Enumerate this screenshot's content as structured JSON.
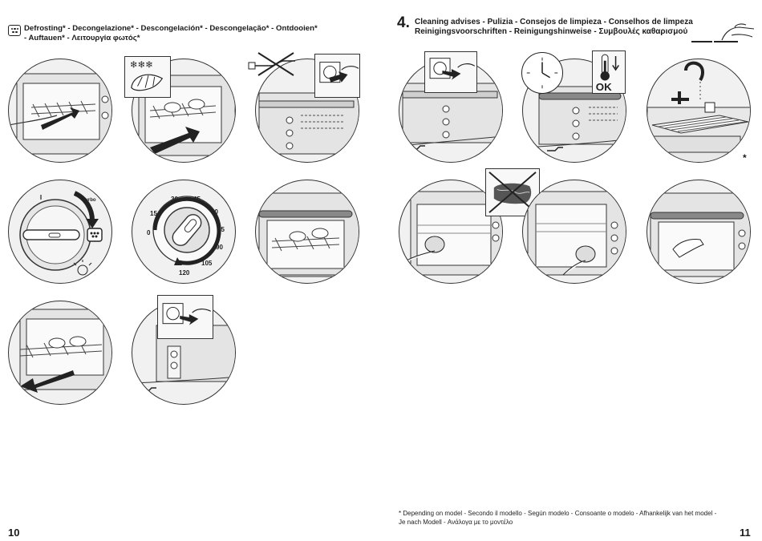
{
  "left": {
    "title_line1": "Defrosting* - Decongelazione* - Descongelación* - Descongelação* - Ontdooien*",
    "title_line2": "- Auftauen* - Λειτουργία φωτός*",
    "dial_ticks": [
      "30",
      "45",
      "60",
      "15",
      "0",
      "75",
      "90",
      "105",
      "120"
    ],
    "dial_mode_label": "Turbo",
    "page_number": "10"
  },
  "right": {
    "step_number": "4.",
    "title_line1": "Cleaning advises - Pulizia - Consejos de limpieza - Conselhos de limpeza",
    "title_line2": "Reinigingsvoorschriften - Reinigungshinweise - Συμβουλές καθαρισμού",
    "ok_label": "OK",
    "asterisk": "*",
    "footnote_line1": "* Depending on model - Secondo il modello - Según modelo - Consoante o modelo - Afhankelijk van het model -",
    "footnote_line2": "Je nach Modell - Ανάλογα  με το μοντέλο",
    "page_number": "11"
  }
}
